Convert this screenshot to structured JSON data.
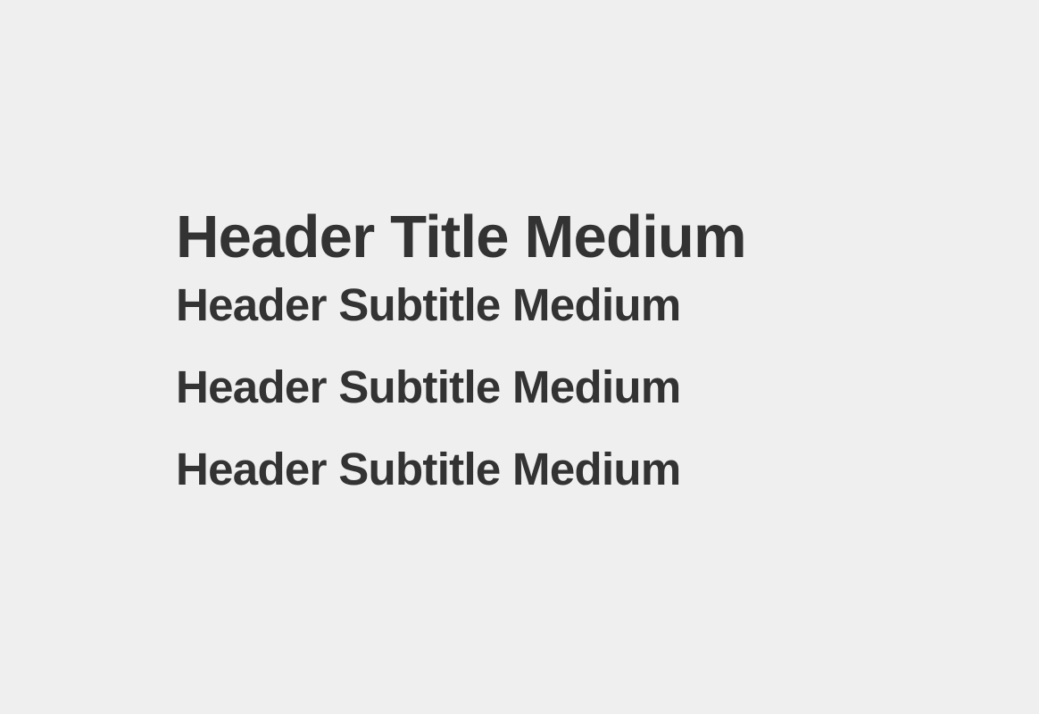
{
  "header": {
    "title": "Header Title Medium",
    "subtitles": [
      "Header Subtitle Medium",
      "Header Subtitle Medium",
      "Header Subtitle Medium"
    ]
  },
  "colors": {
    "background": "#efefef",
    "text": "#333333"
  }
}
